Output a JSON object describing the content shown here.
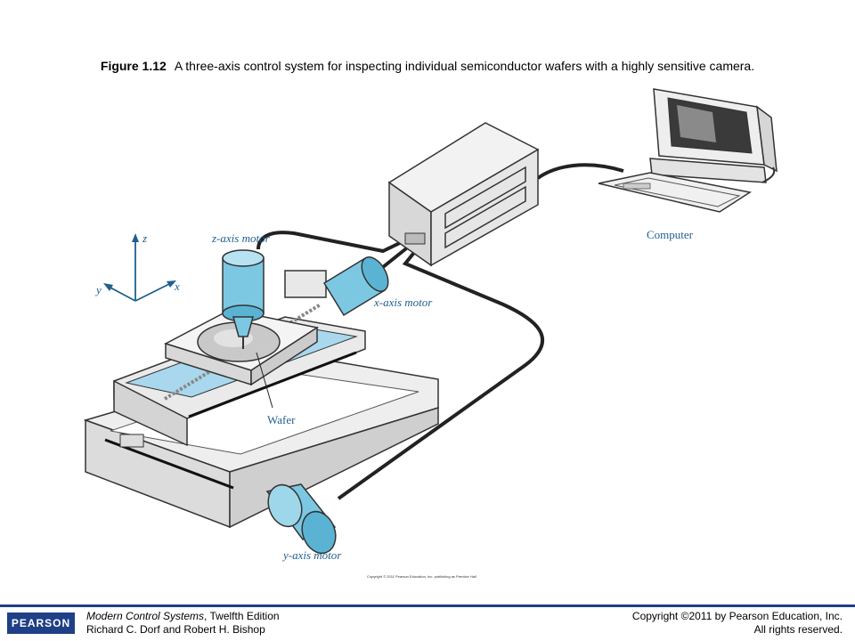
{
  "caption": {
    "figure_number": "Figure 1.12",
    "text": "A three-axis control system for inspecting individual semiconductor wafers with a highly sensitive camera."
  },
  "diagram": {
    "labels": {
      "z_axis_motor": "z-axis motor",
      "x_axis_motor": "x-axis motor",
      "y_axis_motor": "y-axis motor",
      "wafer": "Wafer",
      "computer": "Computer",
      "axis_z": "z",
      "axis_y": "y",
      "axis_x": "x"
    },
    "copyright_note": "Copyright © 2011 Pearson Education, Inc. publishing as Prentice Hall",
    "colors": {
      "motor": "#7cc8e3",
      "rail": "#a9d8ee",
      "frame": "#e6e6e6",
      "outline": "#333333",
      "label": "#1f5f8f"
    }
  },
  "footer": {
    "logo_text": "PEARSON",
    "book_title": "Modern Control Systems",
    "edition": ", Twelfth Edition",
    "authors": "Richard C. Dorf and Robert H. Bishop",
    "copyright_line1": "Copyright ©2011 by Pearson Education, Inc.",
    "copyright_line2": "All rights reserved.",
    "accent_color": "#1f3f86"
  }
}
